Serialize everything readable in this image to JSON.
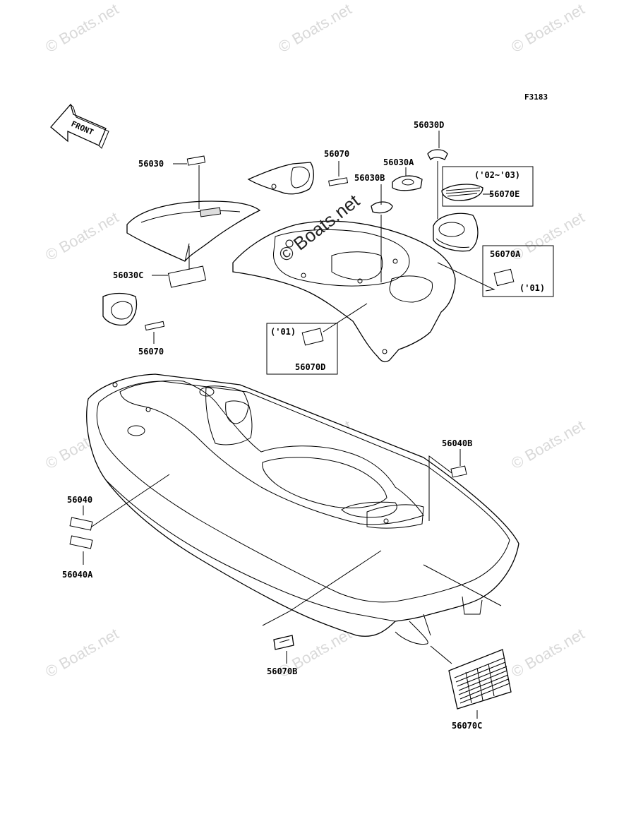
{
  "figure_code": "F3183",
  "front_label": "FRONT",
  "watermark": "© Boats.net",
  "parts": {
    "p56030": "56030",
    "p56030A": "56030A",
    "p56030B": "56030B",
    "p56030C": "56030C",
    "p56030D": "56030D",
    "p56040": "56040",
    "p56040A": "56040A",
    "p56040B": "56040B",
    "p56070_top": "56070",
    "p56070_left": "56070",
    "p56070A": "56070A",
    "p56070B": "56070B",
    "p56070C": "56070C",
    "p56070D": "56070D",
    "p56070E": "56070E"
  },
  "year_notes": {
    "box_02_03": "('02~'03)",
    "box_01_A": "('01)",
    "box_01_D": "('01)"
  }
}
